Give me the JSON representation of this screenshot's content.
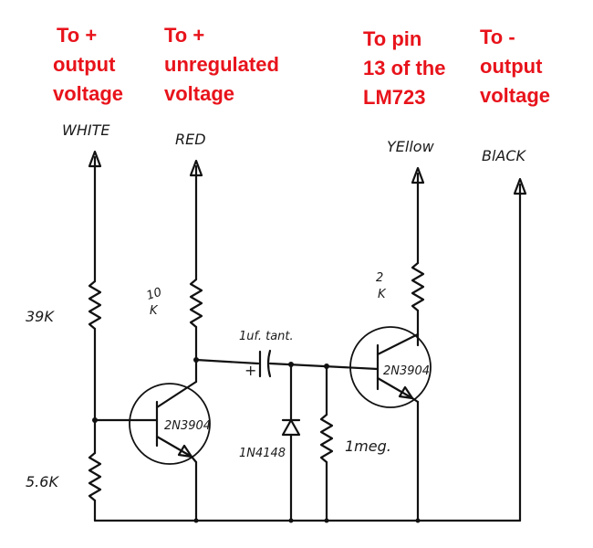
{
  "labels": {
    "pos_output": [
      "To +",
      "output",
      "voltage"
    ],
    "pos_unregulated": [
      "To +",
      "unregulated",
      "voltage"
    ],
    "pin13": [
      "To pin",
      "13 of the",
      "LM723"
    ],
    "neg_output": [
      "To -",
      "output",
      "voltage"
    ]
  },
  "wires": {
    "white": "WHITE",
    "red": "RED",
    "yellow": "YEllow",
    "black": "BlACK"
  },
  "components": {
    "r1": "39K",
    "r2": "5.6K",
    "r3_top": "10",
    "r3_bottom": "K",
    "r4_top": "2",
    "r4_bottom": "K",
    "cap": "1uf. tant.",
    "cap_polarity": "+",
    "diode": "1N4148",
    "r5": "1meg.",
    "q1": "2N3904",
    "q2": "2N3904"
  },
  "colors": {
    "label_red": "#e8131b",
    "ink": "#111111"
  }
}
